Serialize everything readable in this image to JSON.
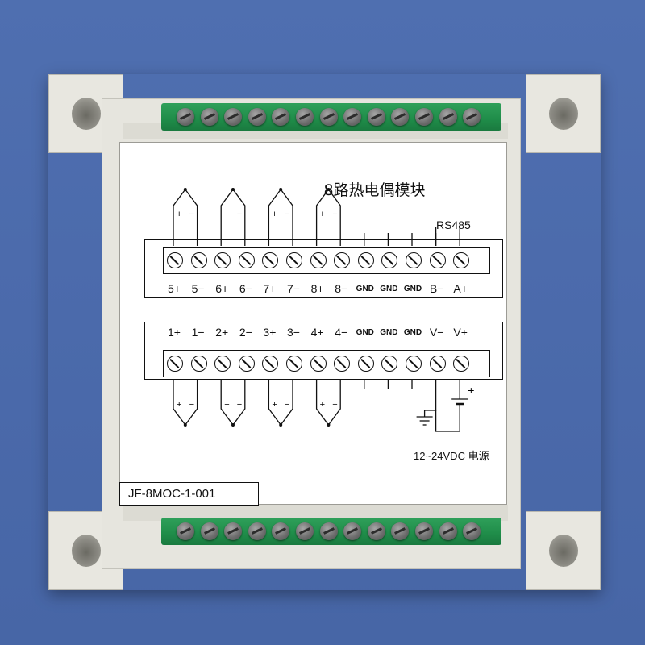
{
  "module": {
    "title": "8路热电偶模块",
    "model_number": "JF-8MOC-1-001",
    "rs485_label": "RS485",
    "power_label": "12~24VDC 电源"
  },
  "upper_terminal_labels": [
    "5+",
    "5−",
    "6+",
    "6−",
    "7+",
    "7−",
    "8+",
    "8−",
    "GND",
    "GND",
    "GND",
    "B−",
    "A+"
  ],
  "lower_terminal_labels": [
    "1+",
    "1−",
    "2+",
    "2−",
    "3+",
    "3−",
    "4+",
    "4−",
    "GND",
    "GND",
    "GND",
    "V−",
    "V+"
  ],
  "thermocouple_polarity": {
    "plus": "+",
    "minus": "−"
  },
  "battery_plus": "+",
  "colors": {
    "background": "#4b6aab",
    "enclosure": "#e6e5de",
    "terminal_green": "#1f8c49",
    "label_panel": "#ffffff"
  }
}
